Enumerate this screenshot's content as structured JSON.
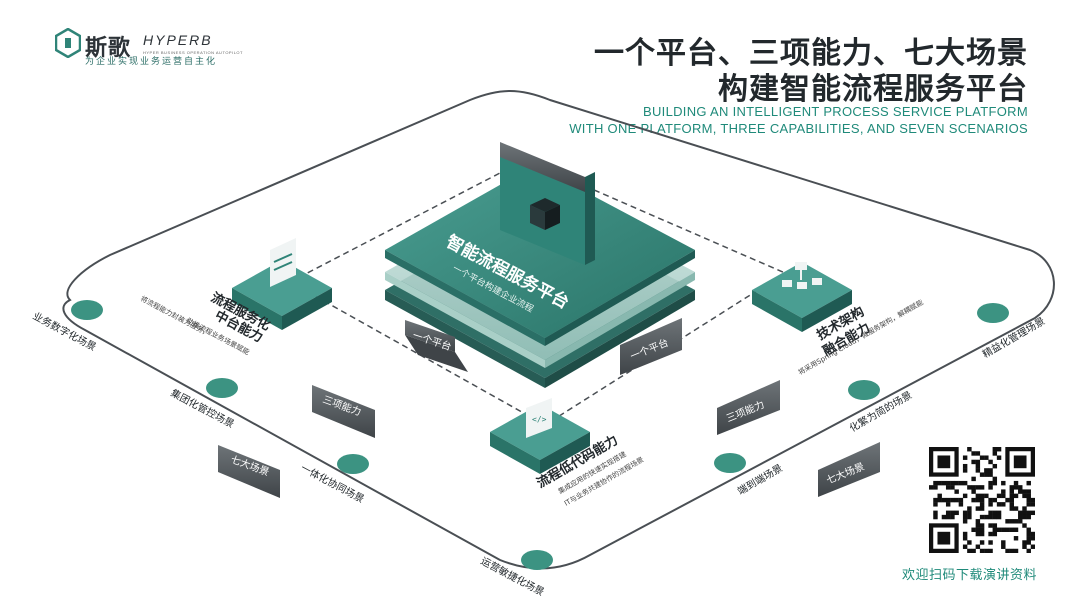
{
  "brand": {
    "name_cn": "斯歌",
    "name_en": "HYPERB",
    "name_en_sub": "HYPER BUSINESS OPERATION AUTOPILOT",
    "slogan": "为企业实现业务运营自主化",
    "colors": {
      "teal": "#2f8478",
      "dark": "#22282c",
      "accent": "#1f8a7a"
    }
  },
  "header": {
    "title_line1": "一个平台、三项能力、七大场景",
    "title_line2": "构建智能流程服务平台",
    "subtitle_en_line1": "BUILDING AN INTELLIGENT PROCESS SERVICE PLATFORM",
    "subtitle_en_line2": "WITH ONE PLATFORM, THREE CAPABILITIES, AND SEVEN SCENARIOS"
  },
  "platform": {
    "title": "智能流程服务平台",
    "subtitle": "一个平台构建企业流程",
    "icon": "cube-icon"
  },
  "capabilities": [
    {
      "title_line1": "流程服务化",
      "title_line2": "中台能力",
      "desc_line1": "将流程能力封装为服务，",
      "desc_line2": "助推流程业务场景赋能",
      "icon": "document-icon"
    },
    {
      "title_line1": "技术架构",
      "title_line2": "融合能力",
      "desc_line1": "将采用Spring Cloud，微服务架构，解耦赋能",
      "desc_line2": "",
      "icon": "hierarchy-icon"
    },
    {
      "title_line1": "流程低代码能力",
      "title_line2": "",
      "desc_line1": "集成应用的快速实现搭建",
      "desc_line2": "IT与业务共建协作的流程场景",
      "icon": "code-icon"
    }
  ],
  "tags": {
    "one_platform": "一个平台",
    "three_capabilities": "三项能力",
    "seven_scenarios": "七大场景"
  },
  "scenarios": [
    "业务数字化场景",
    "集团化管控场景",
    "一体化协同场景",
    "运营敏捷化场景",
    "端到端场景",
    "化繁为简的场景",
    "精益化管理场景"
  ],
  "qr": {
    "caption": "欢迎扫码下载演讲资料"
  }
}
